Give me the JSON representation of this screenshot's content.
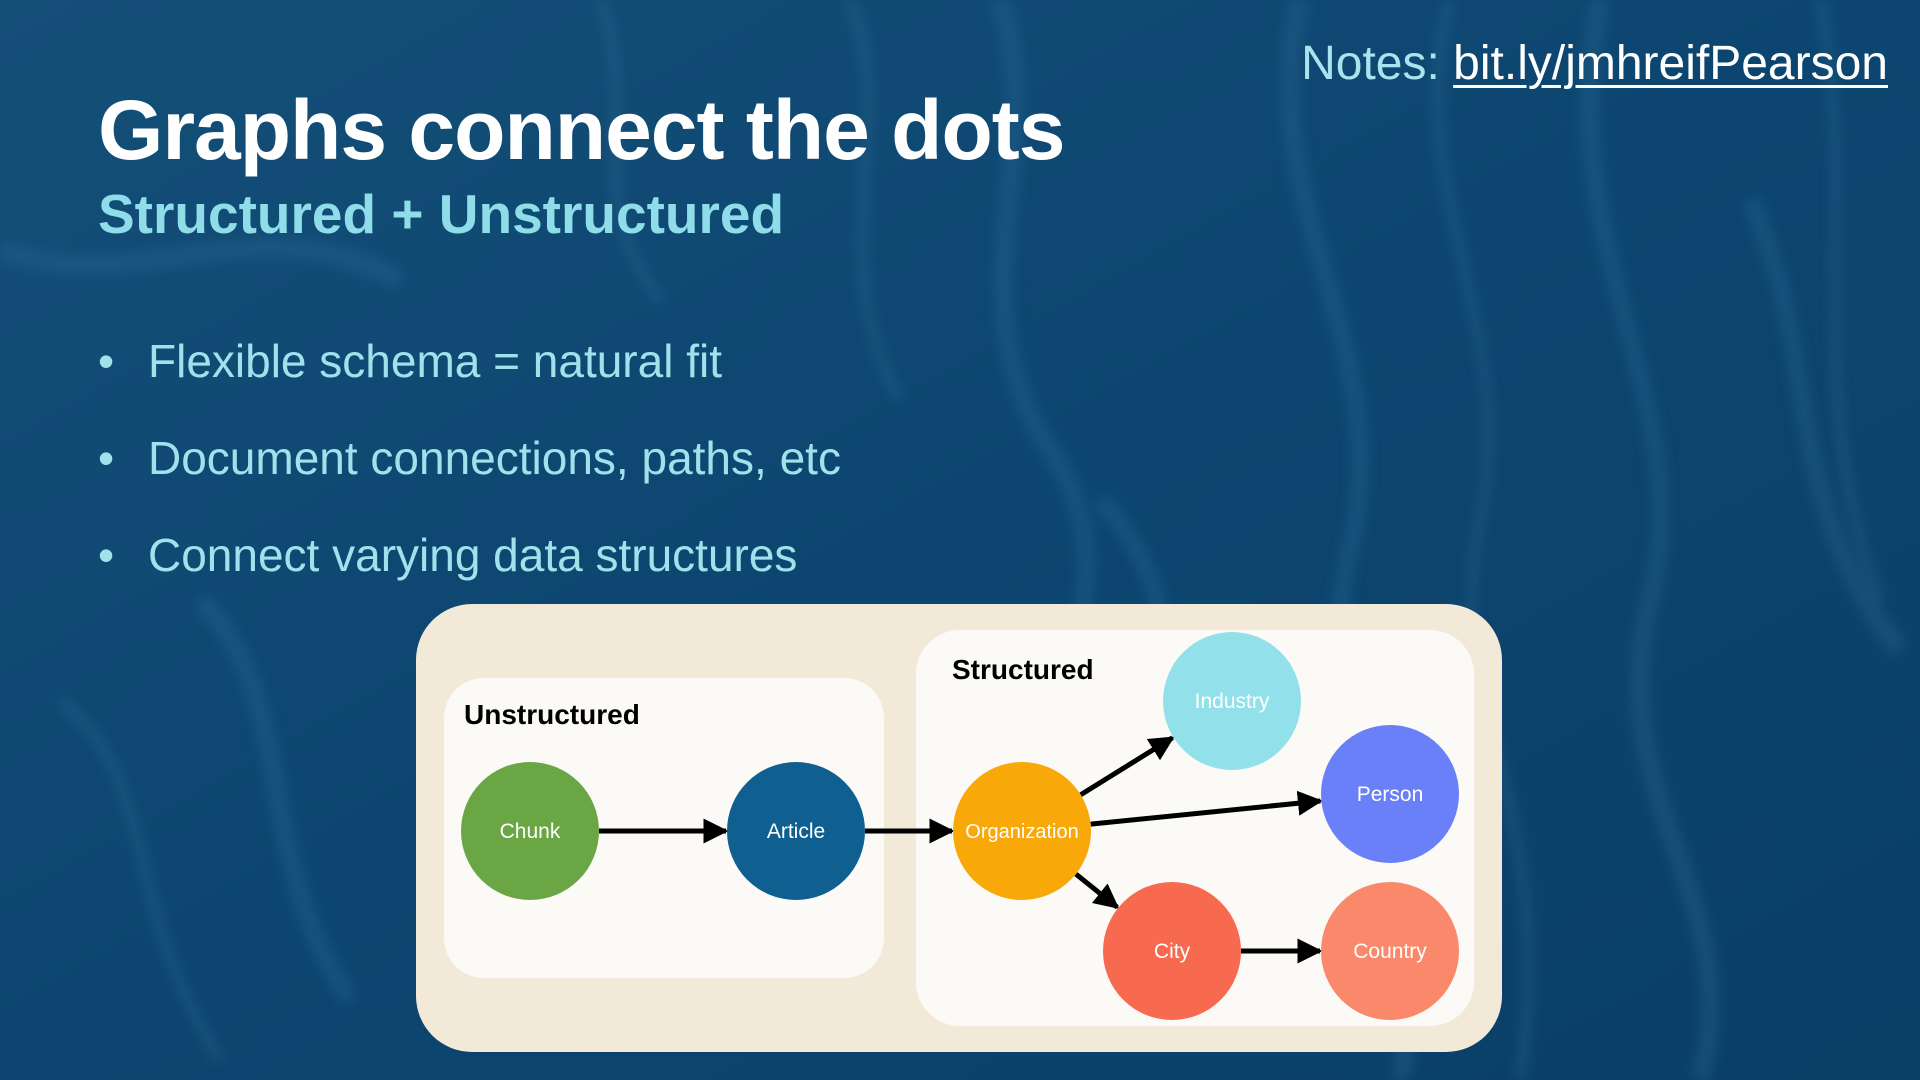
{
  "notes": {
    "prefix": "Notes:",
    "link": "bit.ly/jmhreifPearson"
  },
  "title": "Graphs connect the dots",
  "subtitle": "Structured + Unstructured",
  "bullets": [
    "Flexible schema = natural fit",
    "Document connections, paths, etc",
    "Connect varying data structures"
  ],
  "bullet_symbol": "•",
  "diagram": {
    "groups": {
      "unstructured": "Unstructured",
      "structured": "Structured"
    },
    "nodes": {
      "chunk": {
        "label": "Chunk",
        "color": "#6ba644"
      },
      "article": {
        "label": "Article",
        "color": "#0f6090"
      },
      "organization": {
        "label": "Organization",
        "color": "#f8a809"
      },
      "industry": {
        "label": "Industry",
        "color": "#92e1ea"
      },
      "person": {
        "label": "Person",
        "color": "#6a80f8"
      },
      "city": {
        "label": "City",
        "color": "#f76a50"
      },
      "country": {
        "label": "Country",
        "color": "#f9896a"
      }
    },
    "edges": [
      [
        "chunk",
        "article"
      ],
      [
        "article",
        "organization"
      ],
      [
        "organization",
        "industry"
      ],
      [
        "organization",
        "person"
      ],
      [
        "organization",
        "city"
      ],
      [
        "city",
        "country"
      ]
    ],
    "colors": {
      "outer_panel": "#f2e9d8",
      "inner_panel": "#fcfaf7",
      "edge": "#000000"
    }
  },
  "colors": {
    "background": "#0d4a73",
    "title": "#ffffff",
    "subtitle": "#8fdde9",
    "bullet_text": "#9fe2ec"
  }
}
